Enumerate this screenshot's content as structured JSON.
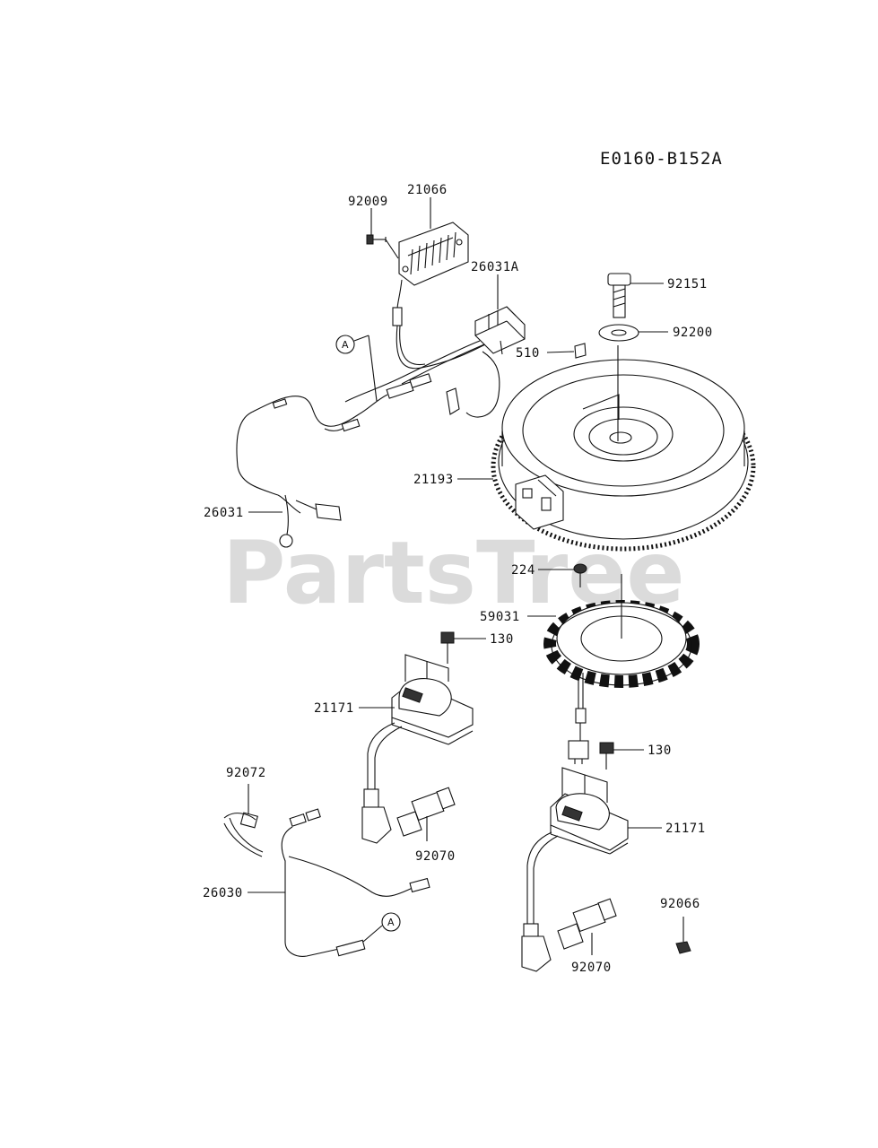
{
  "diagram": {
    "reference_code": "E0160-B152A",
    "watermark": "PartsTree",
    "parts": [
      {
        "id": "p92009",
        "number": "92009"
      },
      {
        "id": "p21066",
        "number": "21066"
      },
      {
        "id": "p26031a",
        "number": "26031A"
      },
      {
        "id": "p92151",
        "number": "92151"
      },
      {
        "id": "p92200",
        "number": "92200"
      },
      {
        "id": "p510",
        "number": "510"
      },
      {
        "id": "p21193",
        "number": "21193"
      },
      {
        "id": "p26031",
        "number": "26031"
      },
      {
        "id": "p224",
        "number": "224"
      },
      {
        "id": "p59031",
        "number": "59031"
      },
      {
        "id": "p130a",
        "number": "130"
      },
      {
        "id": "p21171a",
        "number": "21171"
      },
      {
        "id": "p130b",
        "number": "130"
      },
      {
        "id": "p92072",
        "number": "92072"
      },
      {
        "id": "p21171b",
        "number": "21171"
      },
      {
        "id": "p92070a",
        "number": "92070"
      },
      {
        "id": "p26030",
        "number": "26030"
      },
      {
        "id": "p92066",
        "number": "92066"
      },
      {
        "id": "p92070b",
        "number": "92070"
      }
    ],
    "connector_marker": "A"
  }
}
